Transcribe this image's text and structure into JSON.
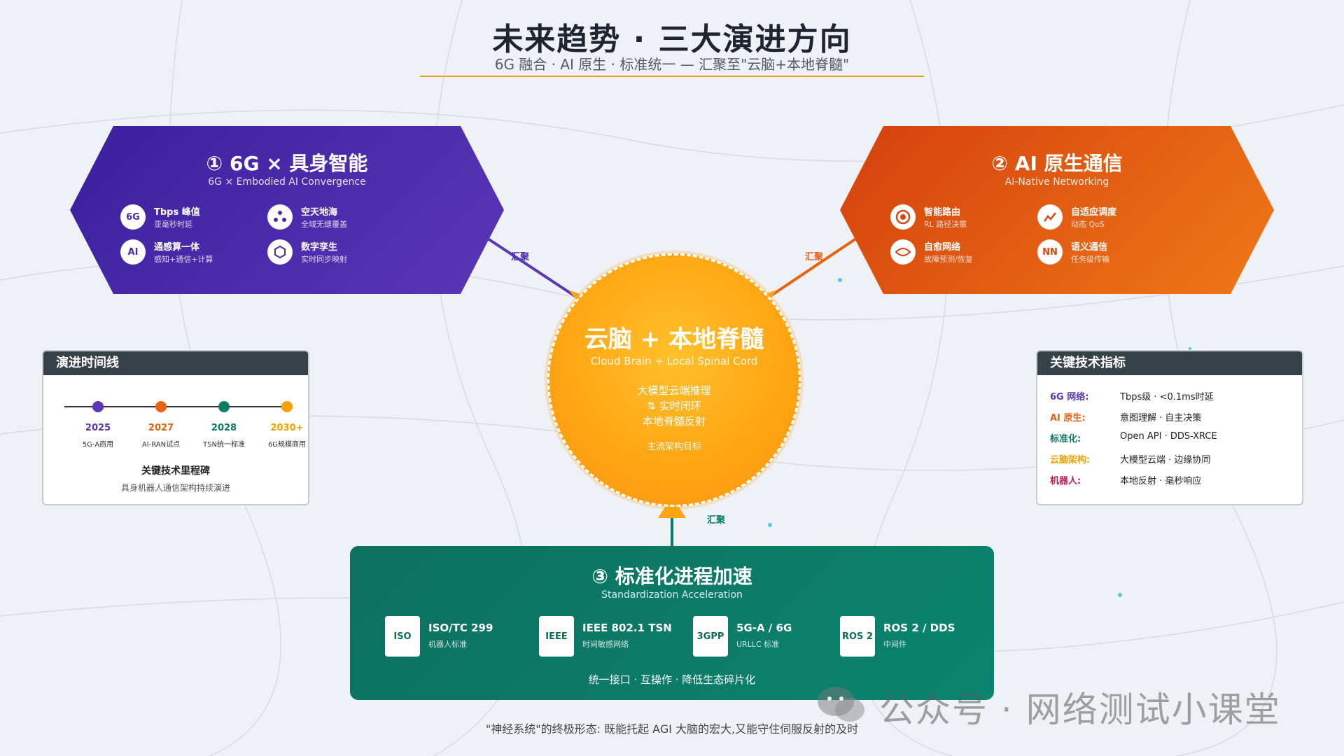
{
  "header": {
    "title": "未来趋势 · 三大演进方向",
    "subtitle": "6G 融合 · AI 原生 · 标准统一 — 汇聚至\"云脑+本地脊髓\""
  },
  "colors": {
    "purple": "#4a2bac",
    "orange": "#e8620f",
    "teal": "#0b7a66",
    "amber": "#ffa412"
  },
  "left_hex": {
    "title": "① 6G × 具身智能",
    "subtitle": "6G × Embodied AI Convergence",
    "features": [
      {
        "icon": "6G",
        "name": "Tbps 峰值",
        "desc": "亚毫秒时延"
      },
      {
        "icon": "satellite-icon",
        "name": "空天地海",
        "desc": "全域无缝覆盖"
      },
      {
        "icon": "AI",
        "name": "通感算一体",
        "desc": "感知+通信+计算"
      },
      {
        "icon": "cube-icon",
        "name": "数字孪生",
        "desc": "实时同步映射"
      }
    ]
  },
  "right_hex": {
    "title": "② AI 原生通信",
    "subtitle": "AI-Native Networking",
    "features": [
      {
        "icon": "target-icon",
        "name": "智能路由",
        "desc": "RL 路径决策"
      },
      {
        "icon": "trend-icon",
        "name": "自适应调度",
        "desc": "动态 QoS"
      },
      {
        "icon": "eye-icon",
        "name": "自愈网络",
        "desc": "故障预测/恢复"
      },
      {
        "icon": "NN",
        "name": "语义通信",
        "desc": "任务级传输"
      }
    ]
  },
  "core": {
    "title": "云脑 + 本地脊髓",
    "subtitle": "Cloud Brain + Local Spinal Cord",
    "lines": [
      "大模型云端推理",
      "⇅ 实时闭环",
      "本地脊髓反射"
    ],
    "note": "主流架构目标"
  },
  "converge_labels": {
    "left": "汇聚",
    "right": "汇聚",
    "bottom": "汇聚"
  },
  "timeline": {
    "heading": "演进时间线",
    "points": [
      {
        "year": "2025",
        "label": "5G-A商用",
        "color": "#5a36b8"
      },
      {
        "year": "2027",
        "label": "AI-RAN试点",
        "color": "#e8620f"
      },
      {
        "year": "2028",
        "label": "TSN统一标准",
        "color": "#0b7a66"
      },
      {
        "year": "2030+",
        "label": "6G规模商用",
        "color": "#f5a100"
      }
    ],
    "caption": "关键技术里程碑",
    "note": "具身机器人通信架构持续演进"
  },
  "metrics": {
    "heading": "关键技术指标",
    "rows": [
      {
        "key": "6G 网络:",
        "value": "Tbps级 · <0.1ms时延",
        "color": "#5a36b8"
      },
      {
        "key": "AI 原生:",
        "value": "意图理解 · 自主决策",
        "color": "#e8620f"
      },
      {
        "key": "标准化:",
        "value": "Open API · DDS-XRCE",
        "color": "#0b7a66"
      },
      {
        "key": "云脑架构:",
        "value": "大模型云端 · 边缘协同",
        "color": "#f5a100"
      },
      {
        "key": "机器人:",
        "value": "本地反射 · 毫秒响应",
        "color": "#c0185a"
      }
    ]
  },
  "standard": {
    "title": "③ 标准化进程加速",
    "subtitle": "Standardization Acceleration",
    "items": [
      {
        "badge": "ISO",
        "name": "ISO/TC 299",
        "desc": "机器人标准"
      },
      {
        "badge": "IEEE",
        "name": "IEEE 802.1 TSN",
        "desc": "时间敏感网络"
      },
      {
        "badge": "3GPP",
        "name": "5G-A / 6G",
        "desc": "URLLC 标准"
      },
      {
        "badge": "ROS 2",
        "name": "ROS 2 / DDS",
        "desc": "中间件"
      }
    ],
    "footer": "统一接口 · 互操作 · 降低生态碎片化"
  },
  "footer": "\"神经系统\"的终极形态: 既能托起 AGI 大脑的宏大,又能守住伺服反射的及时",
  "watermark": "公众号 · 网络测试小课堂"
}
